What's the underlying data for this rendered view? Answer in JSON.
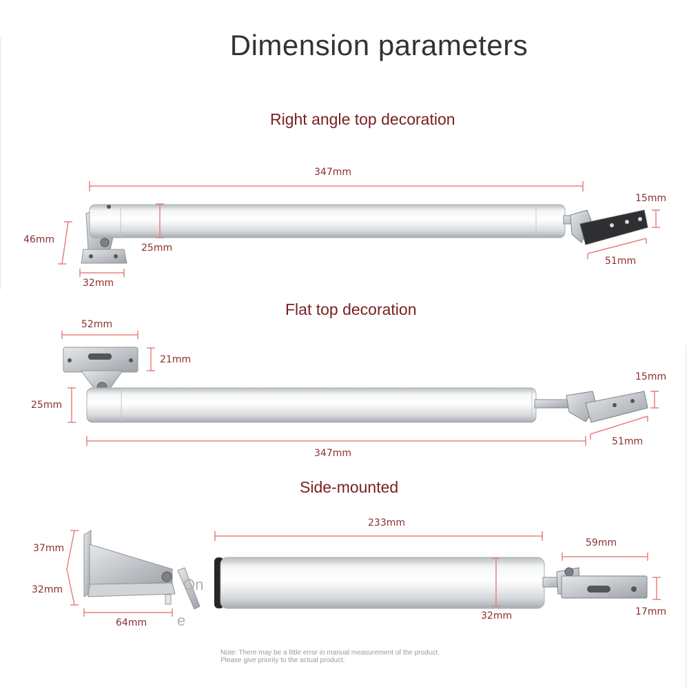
{
  "page": {
    "title": "Dimension parameters",
    "note_line1": "Note: There may be a little error in manual measurement of the product.",
    "note_line2": "Please give priority to the actual product.",
    "watermark_a": "On",
    "watermark_b": "e"
  },
  "sections": {
    "right_angle": {
      "heading": "Right angle top decoration",
      "labels": {
        "length": "347mm",
        "tube_dia": "25mm",
        "bracket_height": "46mm",
        "bracket_width": "32mm",
        "end_height": "15mm",
        "end_width": "51mm"
      }
    },
    "flat_top": {
      "heading": "Flat top decoration",
      "labels": {
        "plate_width": "52mm",
        "plate_height": "21mm",
        "tube_dia": "25mm",
        "length": "347mm",
        "end_height": "15mm",
        "end_width": "51mm"
      }
    },
    "side_mounted": {
      "heading": "Side-mounted",
      "labels": {
        "bracket_upper": "37mm",
        "bracket_lower": "32mm",
        "bracket_width": "64mm",
        "length": "233mm",
        "tube_dia": "32mm",
        "end_width": "59mm",
        "end_height": "17mm"
      }
    }
  },
  "colors": {
    "dimension_line": "#e58080",
    "dimension_text": "#8a2e2e",
    "heading": "#7a2022",
    "title": "#333333"
  }
}
